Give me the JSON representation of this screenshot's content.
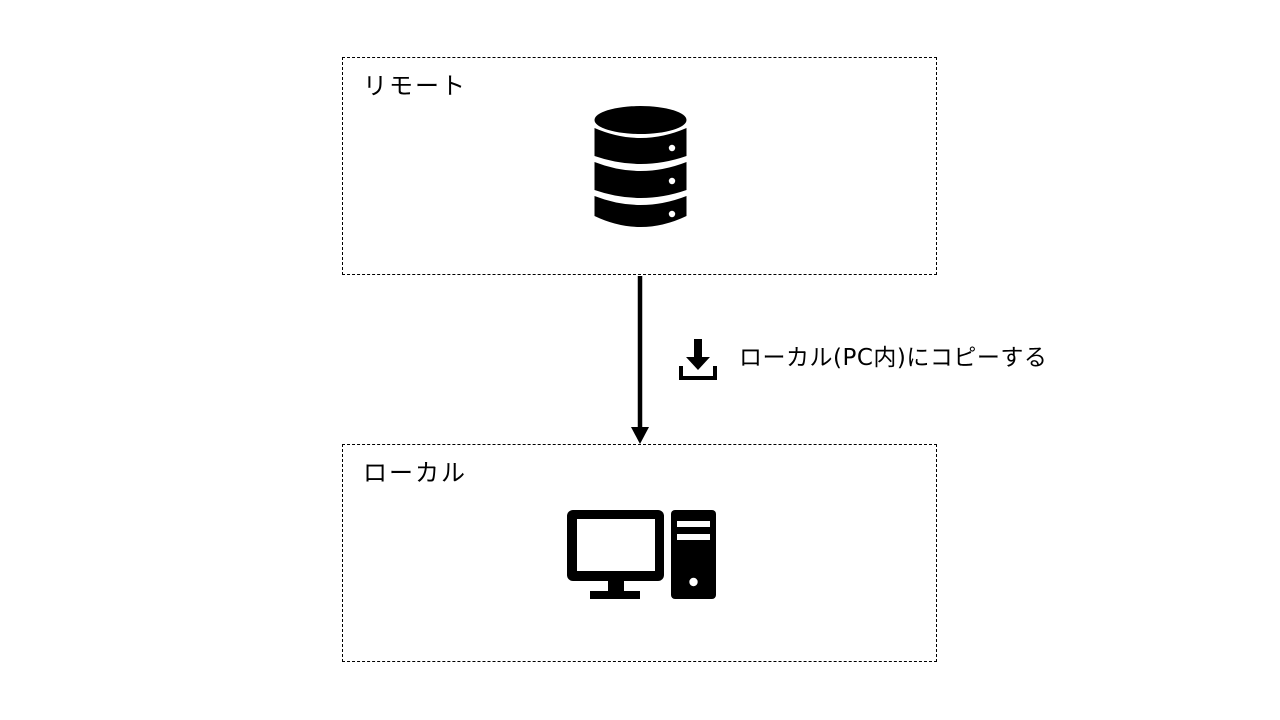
{
  "remote": {
    "label": "リモート",
    "icon": "database-icon"
  },
  "local": {
    "label": "ローカル",
    "icon": "desktop-computer-icon"
  },
  "transfer": {
    "label": "ローカル(PC内)にコピーする",
    "icon": "download-icon"
  }
}
